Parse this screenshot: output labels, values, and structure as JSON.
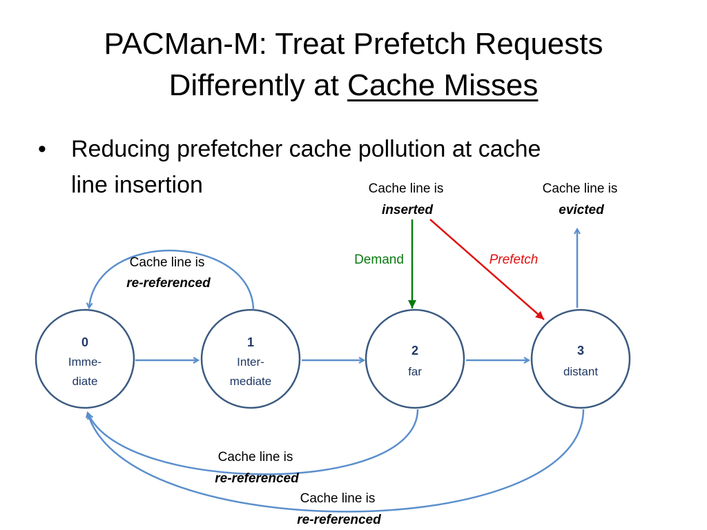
{
  "title": {
    "line1": "PACMan-M: Treat Prefetch Requests",
    "line2_prefix": "Differently at ",
    "line2_underlined": "Cache Misses"
  },
  "bullet": {
    "marker": "•",
    "line1": "Reducing prefetcher cache pollution at cache",
    "line2": "line insertion"
  },
  "states": [
    {
      "id": "0",
      "line1": "Imme-",
      "line2": "diate"
    },
    {
      "id": "1",
      "line1": "Inter-",
      "line2": "mediate"
    },
    {
      "id": "2",
      "line1": "far",
      "line2": ""
    },
    {
      "id": "3",
      "line1": "distant",
      "line2": ""
    }
  ],
  "labels": {
    "inserted": {
      "line1": "Cache line is",
      "line2": "inserted"
    },
    "evicted": {
      "line1": "Cache line is",
      "line2": "evicted"
    },
    "demand": "Demand",
    "prefetch": "Prefetch",
    "reref_top": {
      "line1": "Cache line is",
      "line2": "re-referenced"
    },
    "reref_mid": {
      "line1": "Cache line is",
      "line2": "re-referenced"
    },
    "reref_bottom": {
      "line1": "Cache line is",
      "line2": "re-referenced"
    }
  },
  "colors": {
    "circle_stroke": "#3b5a80",
    "state_text": "#1f3864",
    "arrow": "#5b8fcc",
    "demand": "#0a7a10",
    "prefetch": "#e01010"
  }
}
